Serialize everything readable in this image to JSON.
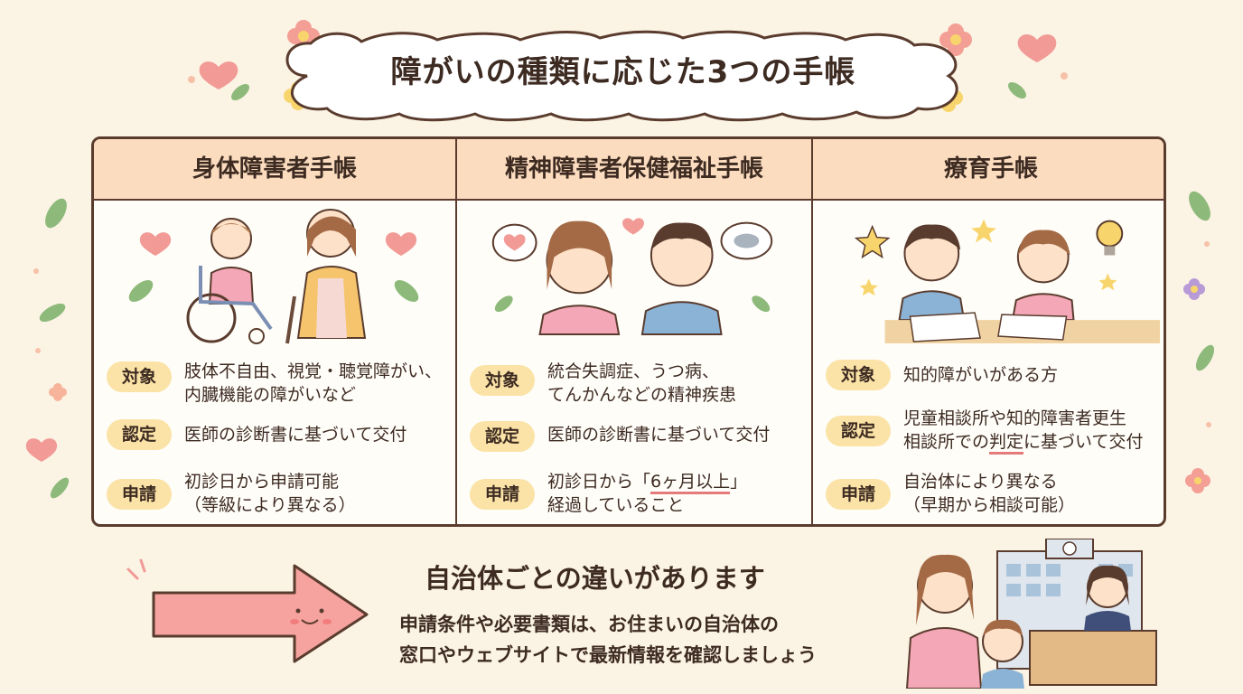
{
  "title": "障がいの種類に応じた3つの手帳",
  "columns": [
    {
      "heading": "身体障害者手帳",
      "rows": [
        {
          "tag": "対象",
          "text": "肢体不自由、視覚・聴覚障がい、\n内臓機能の障がいなど"
        },
        {
          "tag": "認定",
          "text": "医師の診断書に基づいて交付"
        },
        {
          "tag": "申請",
          "text": "初診日から申請可能\n（等級により異なる）"
        }
      ]
    },
    {
      "heading": "精神障害者保健福祉手帳",
      "rows": [
        {
          "tag": "対象",
          "text": "統合失調症、うつ病、\nてんかんなどの精神疾患"
        },
        {
          "tag": "認定",
          "text": "医師の診断書に基づいて交付"
        },
        {
          "tag": "申請",
          "text_before": "初診日から「",
          "text_em": "6ヶ月以上",
          "text_after": "」\n経過していること"
        }
      ]
    },
    {
      "heading": "療育手帳",
      "rows": [
        {
          "tag": "対象",
          "text": "知的障がいがある方"
        },
        {
          "tag": "認定",
          "text_before": "児童相談所や知的障害者更生\n相談所での",
          "text_em": "判定",
          "text_after": "に基づいて交付"
        },
        {
          "tag": "申請",
          "text": "自治体により異なる\n（早期から相談可能）"
        }
      ]
    }
  ],
  "notice": {
    "title": "自治体ごとの違いがあります",
    "lines": [
      "申請条件や必要書類は、お住まいの自治体の",
      "窓口やウェブサイトで最新情報を確認しましょう"
    ]
  },
  "colors": {
    "background": "#fbf3e4",
    "header": "#fbdcbf",
    "tag": "#fbe3a7",
    "border": "#5a3c2e",
    "arrow": "#f6a3a0",
    "accent": "#e57a7a"
  },
  "icons": [
    "heart-icon",
    "flower-icon",
    "leaf-icon",
    "star-icon",
    "lightbulb-icon",
    "arrow-icon",
    "building-icon"
  ]
}
